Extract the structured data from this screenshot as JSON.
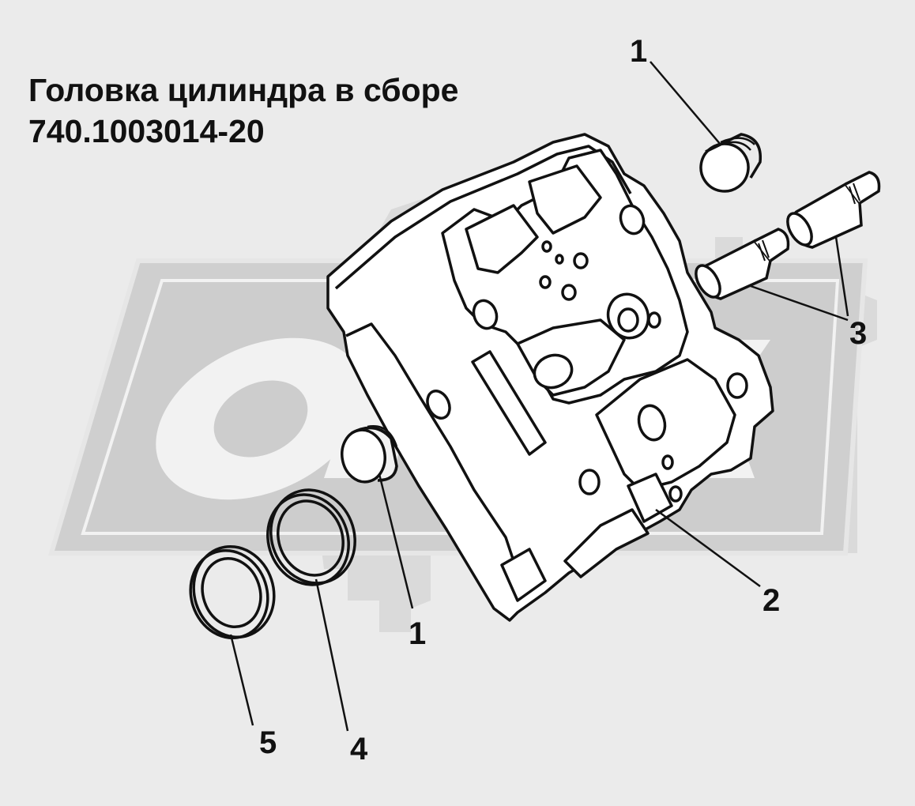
{
  "title": {
    "line1": "Головка цилиндра в сборе",
    "line2": "740.1003014-20"
  },
  "watermark": {
    "text": "ОРЕХ",
    "color": "#f2f2f2"
  },
  "callouts": [
    {
      "id": "c1a",
      "label": "1"
    },
    {
      "id": "c1b",
      "label": "1"
    },
    {
      "id": "c2",
      "label": "2"
    },
    {
      "id": "c3",
      "label": "3"
    },
    {
      "id": "c4",
      "label": "4"
    },
    {
      "id": "c5",
      "label": "5"
    }
  ],
  "colors": {
    "background": "#ebebeb",
    "line": "#111111",
    "part_fill": "#ffffff"
  }
}
